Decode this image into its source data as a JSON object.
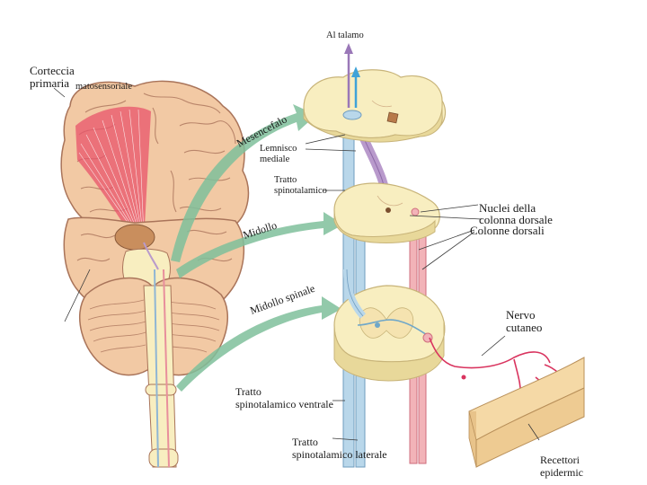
{
  "labels": {
    "cortex_line1": "Corteccia",
    "cortex_line2": "primaria",
    "cortex_line3": "matosensoriale",
    "al_talamo": "Al talamo",
    "mesencefalo": "Mesencefalo",
    "midollo": "Midollo",
    "midollo_spinale": "Midollo spinale",
    "lemnisco_line1": "Lemnisco",
    "lemnisco_line2": "mediale",
    "tratto_st_line1": "Tratto",
    "tratto_st_line2": "spinotalamico",
    "nuclei_line1": "Nuclei della",
    "nuclei_line2": "colonna dorsale",
    "colonne_dorsali": "Colonne dorsali",
    "nervo_line1": "Nervo",
    "nervo_line2": "cutaneo",
    "tratto_ventrale_line1": "Tratto",
    "tratto_ventrale_line2": "spinotalamico ventrale",
    "tratto_laterale_line1": "Tratto",
    "tratto_laterale_line2": "spinotalamico laterale",
    "recettori_line1": "Recettori",
    "recettori_line2": "epidermic"
  },
  "colors": {
    "brain": "#f2c9a4",
    "brain_shadow": "#dba57f",
    "cortex_highlight": "#e8536b",
    "section": "#f8eec0",
    "section_edge": "#c8b479",
    "pathway_blue": "#b9d7ea",
    "pathway_pink": "#f2b3b8",
    "lemnisco_purple": "#cdb6da",
    "arrow_green": "#7fbf9b",
    "nerve": "#d9345f",
    "skin": "#f5d9a6"
  }
}
